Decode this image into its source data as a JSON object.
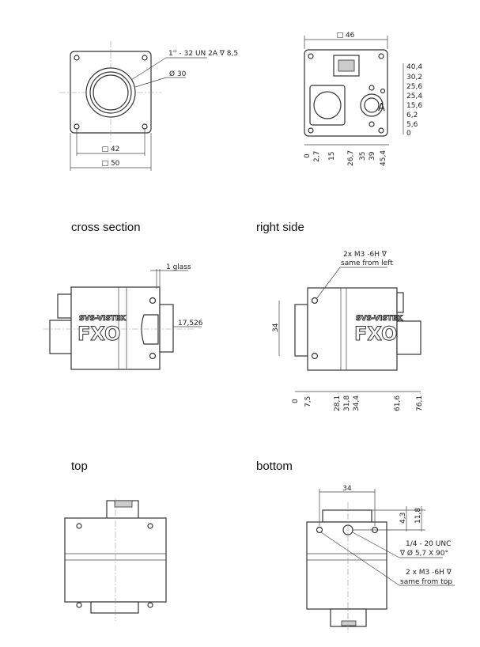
{
  "sections": {
    "cross_section": "cross section",
    "right_side": "right side",
    "top": "top",
    "bottom": "bottom"
  },
  "front": {
    "thread": "1'' - 32 UN 2A ∇ 8,5",
    "diameter": "Ø 30",
    "inner_square": "□ 42",
    "outer_square": "□ 50"
  },
  "back": {
    "width": "□ 46",
    "right_dims": [
      "40,4",
      "30,2",
      "25,6",
      "25,4",
      "15,6",
      "6,2",
      "5,6",
      "0"
    ],
    "bottom_dims": [
      "0",
      "2,7",
      "15",
      "26,7",
      "35",
      "39",
      "45,4"
    ],
    "marker": "A"
  },
  "cross": {
    "glass": "1 glass",
    "flange": "17,526"
  },
  "right": {
    "hole_label": "2x M3 -6H ∇",
    "hole_note": "same from left",
    "height": "34",
    "bottom_dims": [
      "0",
      "7,5",
      "28,1",
      "31,8",
      "34,4",
      "61,6",
      "76,1"
    ],
    "brand": "SVS-VISTEK",
    "model": "FXO"
  },
  "bottom_view": {
    "width": "34",
    "dim1": "4,3",
    "dim2": "11,8",
    "tripod": "1/4 - 20 UNC",
    "tripod_note": "∇ Ø 5,7 X 90°",
    "holes": "2 x M3 -6H ∇",
    "holes_note": "same from top"
  }
}
